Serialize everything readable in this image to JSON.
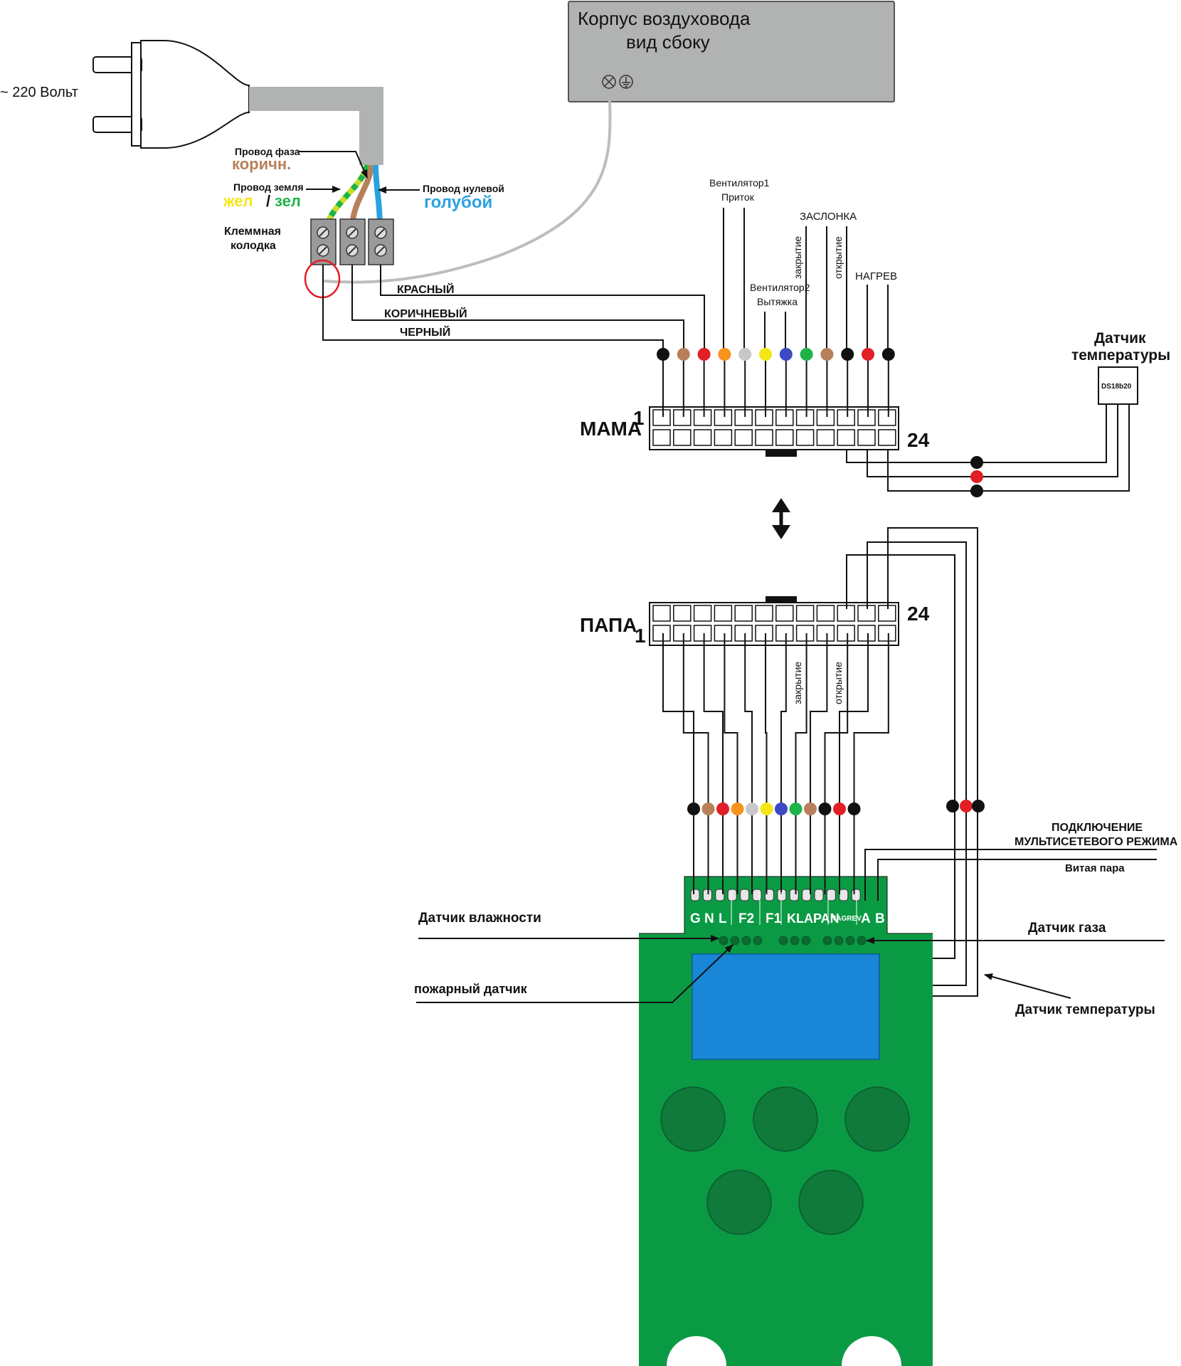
{
  "housing": {
    "line1": "Корпус воздуховода",
    "line2": "вид сбоку"
  },
  "plug": {
    "voltage": "~ 220 Вольт"
  },
  "mains_wires": {
    "phase_title": "Провод фаза",
    "phase_color": "коричн.",
    "earth_title": "Провод земля",
    "earth_color_1": "жел",
    "earth_sep": "/",
    "earth_color_2": "зел",
    "neutral_title": "Провод нулевой",
    "neutral_color": "голубой",
    "terminal_block_1": "Клеммная",
    "terminal_block_2": "колодка"
  },
  "wire_labels": {
    "red": "КРАСНЫЙ",
    "brown": "КОРИЧНЕВЫЙ",
    "black": "ЧЕРНЫЙ"
  },
  "top_labels": {
    "fan1": "Вентилятор1",
    "supply": "Приток",
    "fan2": "Вентилятор2",
    "exhaust": "Вытяжка",
    "damper": "ЗАСЛОНКА",
    "close": "закрытие",
    "open": "открытие",
    "heating": "НАГРЕВ"
  },
  "temp_sensor": {
    "title_1": "Датчик",
    "title_2": "температуры",
    "model": "DS18b20"
  },
  "connector_female": {
    "name": "МАМА",
    "pin_first": "1",
    "pin_last": "24"
  },
  "connector_male": {
    "name": "ПАПА",
    "pin_first": "1",
    "pin_last": "24"
  },
  "lower_vertical": {
    "close": "закрытие",
    "open": "открытие"
  },
  "board": {
    "terminals": [
      "G",
      "N",
      "L",
      "F2",
      "F1",
      "KLAPAN",
      "NAGREV",
      "A",
      "B"
    ],
    "colors": {
      "pcb": "#0b9a44",
      "screen": "#1a86d8",
      "button": "#0f7a3a"
    }
  },
  "side_labels": {
    "humidity": "Датчик влажности",
    "fire": "пожарный датчик",
    "multinet_1": "ПОДКЛЮЧЕНИЕ",
    "multinet_2": "МУЛЬТИСЕТЕВОГО РЕЖИМА",
    "twisted_pair": "Витая пара",
    "gas": "Датчик газа",
    "temp_sensor": "Датчик температуры"
  },
  "wire_colors": {
    "black": "#111111",
    "brown": "#b8805a",
    "red": "#e21e26",
    "orange": "#f7941d",
    "gray": "#c8c8c8",
    "yellow": "#f5e617",
    "blue": "#3b49c4",
    "green": "#1db34a",
    "light_blue": "#2aa2e0",
    "yellow_green": "#c8dc28"
  }
}
